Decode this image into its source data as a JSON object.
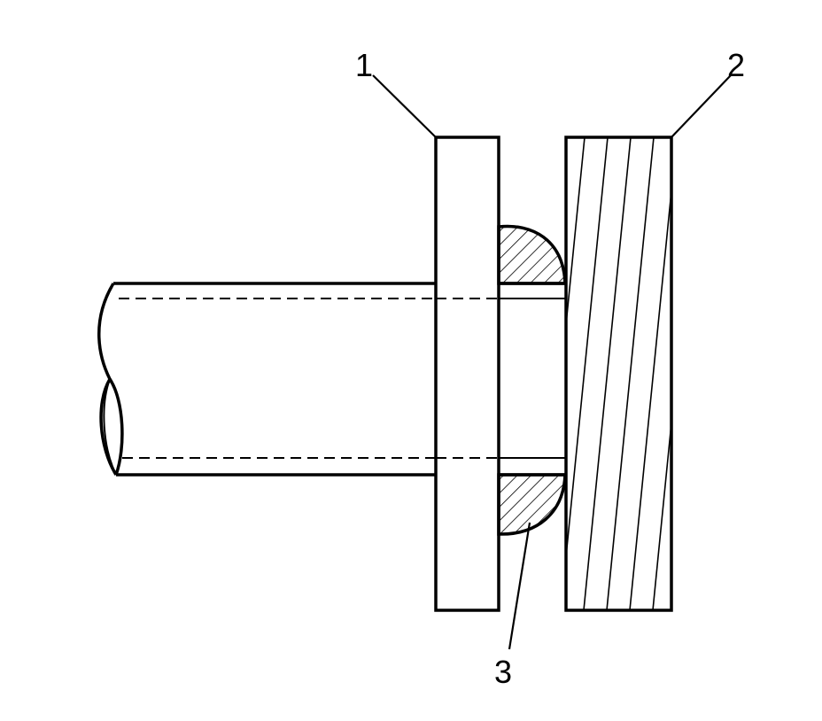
{
  "figure": {
    "callouts": [
      {
        "id": "1",
        "label": "1"
      },
      {
        "id": "2",
        "label": "2"
      },
      {
        "id": "3",
        "label": "3"
      }
    ],
    "colors": {
      "line": "#000000",
      "background": "#ffffff"
    }
  }
}
